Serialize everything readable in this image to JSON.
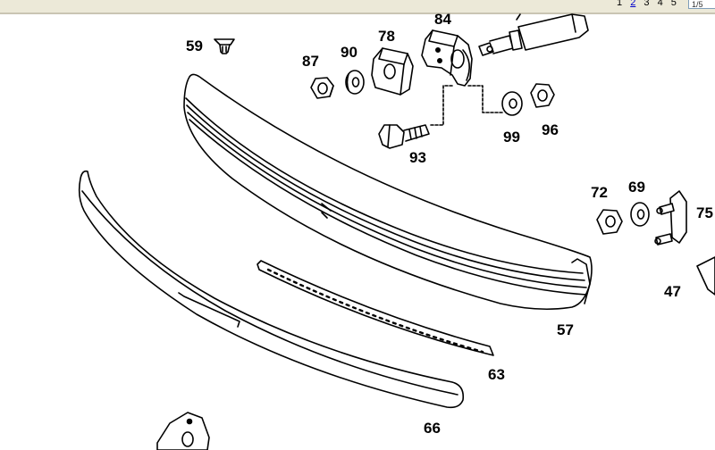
{
  "pager": {
    "page1": "1",
    "page2": "2",
    "page3": "3",
    "page4": "4",
    "page5": "5",
    "box": "1/5"
  },
  "labels": {
    "p59": "59",
    "p87": "87",
    "p90": "90",
    "p78": "78",
    "p84": "84",
    "p93": "93",
    "p99": "99",
    "p96": "96",
    "p72": "72",
    "p69": "69",
    "p75": "75",
    "p47": "47",
    "p57": "57",
    "p63": "63",
    "p66": "66"
  }
}
